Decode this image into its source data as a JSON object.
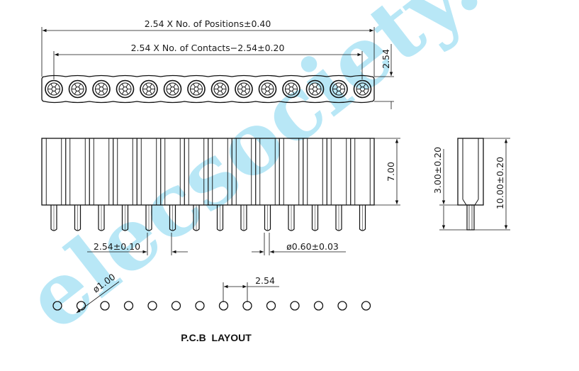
{
  "watermark": {
    "text": "elecsociety.com",
    "color": "#7fd4f0"
  },
  "top_view": {
    "positions_dim": "2.54 X No. of Positions±0.40",
    "contacts_dim": "2.54 X No. of Contacts−2.54±0.20",
    "height_dim": "2.54"
  },
  "front_view": {
    "height_dim": "7.00",
    "pitch_dim": "2.54±0.10",
    "pin_dim": "ø0.60±0.03"
  },
  "side_view": {
    "body_dim": "3.00±0.20",
    "total_dim": "10.00±0.20"
  },
  "pcb_layout": {
    "hole_dim": "ø1.00",
    "pitch_dim": "2.54",
    "title": "P.C.B  LAYOUT"
  },
  "colors": {
    "line": "#111111",
    "watermark": "#7fd4f0"
  }
}
